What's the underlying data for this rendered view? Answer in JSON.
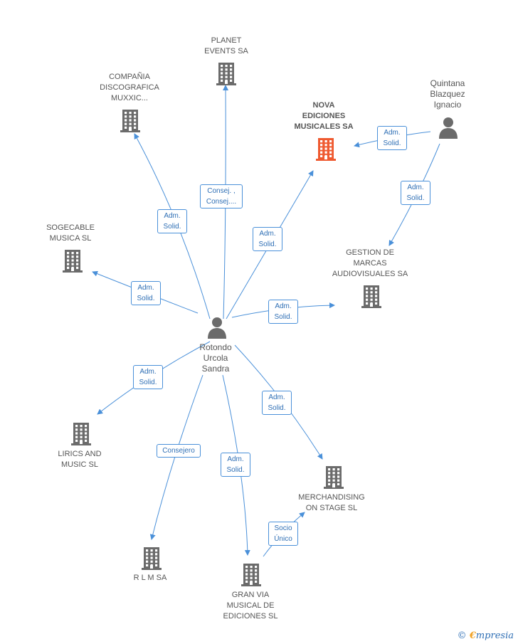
{
  "colors": {
    "edge": "#4a90d9",
    "company": "#6b6b6b",
    "focus_company": "#ef5a30",
    "person": "#6b6b6b"
  },
  "nodes": {
    "planet": {
      "label": "PLANET\nEVENTS SA",
      "icon": "building-icon"
    },
    "muxxic": {
      "label": "COMPAÑIA\nDISCOGRAFICA\nMUXXIC...",
      "icon": "building-icon"
    },
    "nova": {
      "label": "NOVA\nEDICIONES\nMUSICALES SA",
      "icon": "building-icon"
    },
    "quintana": {
      "label": "Quintana\nBlazquez\nIgnacio",
      "icon": "person-icon"
    },
    "sogecable": {
      "label": "SOGECABLE\nMUSICA SL",
      "icon": "building-icon"
    },
    "gestion": {
      "label": "GESTION DE\nMARCAS\nAUDIOVISUALES SA",
      "icon": "building-icon"
    },
    "rotondo": {
      "label": "Rotondo\nUrcola\nSandra",
      "icon": "person-icon"
    },
    "lirics": {
      "label": "LIRICS AND\nMUSIC SL",
      "icon": "building-icon"
    },
    "merch": {
      "label": "MERCHANDISING\nON STAGE SL",
      "icon": "building-icon"
    },
    "rlm": {
      "label": "R L M SA",
      "icon": "building-icon"
    },
    "granvia": {
      "label": "GRAN VIA\nMUSICAL DE\nEDICIONES SL",
      "icon": "building-icon"
    }
  },
  "edges": {
    "quintana_nova": "Adm.\nSolid.",
    "quintana_gestion": "Adm.\nSolid.",
    "rotondo_planet": "Consej. ,\nConsej....",
    "rotondo_muxxic": "Adm.\nSolid.",
    "rotondo_nova": "Adm.\nSolid.",
    "rotondo_sogecable": "Adm.\nSolid.",
    "rotondo_gestion": "Adm.\nSolid.",
    "rotondo_lirics": "Adm.\nSolid.",
    "rotondo_merch": "Adm.\nSolid.",
    "rotondo_rlm": "Consejero",
    "rotondo_granvia": "Adm.\nSolid.",
    "granvia_merch": "Socio\nÚnico"
  },
  "brand": {
    "copyright": "©",
    "first": "€",
    "rest": "mpresia"
  }
}
